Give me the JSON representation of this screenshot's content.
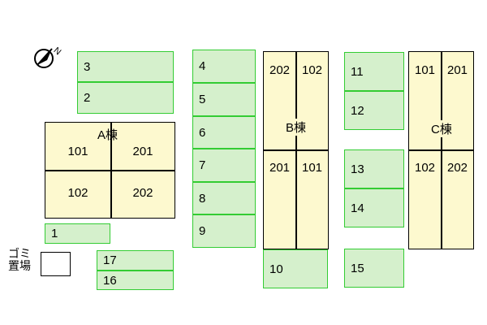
{
  "parking": {
    "p1": "1",
    "p2": "2",
    "p3": "3",
    "p4": "4",
    "p5": "5",
    "p6": "6",
    "p7": "7",
    "p8": "8",
    "p9": "9",
    "p10": "10",
    "p11": "11",
    "p12": "12",
    "p13": "13",
    "p14": "14",
    "p15": "15",
    "p16": "16",
    "p17": "17"
  },
  "buildings": {
    "a": {
      "name": "A棟",
      "units": [
        "101",
        "201",
        "102",
        "202"
      ]
    },
    "b": {
      "name": "B棟",
      "units": [
        "202",
        "102",
        "201",
        "101"
      ]
    },
    "c": {
      "name": "C棟",
      "units": [
        "101",
        "201",
        "102",
        "202"
      ]
    }
  },
  "trash": {
    "line1": "ゴミ",
    "line2": "置場"
  },
  "compass": {
    "label": "N",
    "icon": "north-arrow-icon"
  },
  "colors": {
    "parking_fill": "#d5f0cc",
    "parking_border": "#33cc33",
    "building_fill": "#fdf9cf"
  }
}
